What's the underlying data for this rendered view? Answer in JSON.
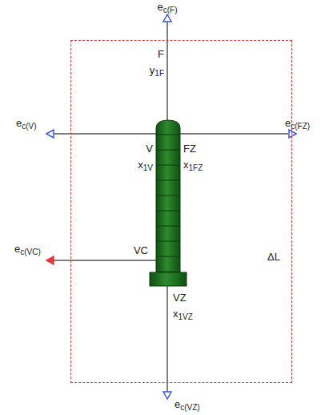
{
  "diagram": {
    "nodes": [
      {
        "text": [
          "ΔL"
        ]
      }
    ],
    "labels": [
      "ec(F)",
      "F",
      "y1F",
      "ec(V)",
      "V",
      "x1V",
      "ec(FZ)",
      "FZ",
      "x1FZ",
      "VC",
      "ec(VC)",
      "VZ",
      "x1VZ",
      "ec(VZ)"
    ]
  }
}
